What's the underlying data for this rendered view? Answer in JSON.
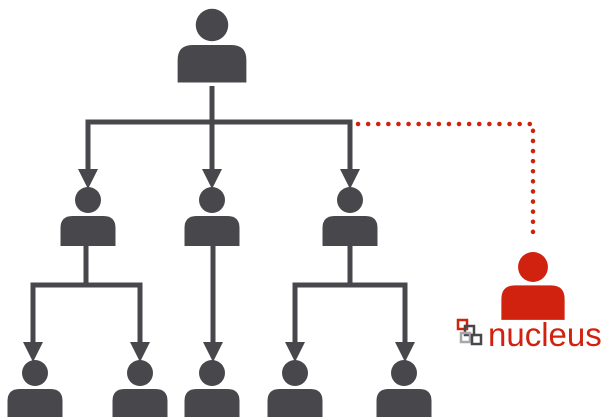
{
  "diagram": {
    "brand": {
      "name": "nucleus",
      "logo_icon": "interlocking-squares-icon"
    },
    "colors": {
      "person": "#48484c",
      "connector": "#48484c",
      "accent": "#d1220f",
      "logo_dark": "#48484c",
      "logo_light": "#a8a8ab"
    },
    "nodes": [
      {
        "id": "ceo",
        "role": "top",
        "accent": false
      },
      {
        "id": "manager-left",
        "role": "middle",
        "accent": false
      },
      {
        "id": "manager-center",
        "role": "middle",
        "accent": false
      },
      {
        "id": "manager-right",
        "role": "middle",
        "accent": false
      },
      {
        "id": "staff-1",
        "role": "bottom",
        "accent": false
      },
      {
        "id": "staff-2",
        "role": "bottom",
        "accent": false
      },
      {
        "id": "staff-3",
        "role": "bottom",
        "accent": false
      },
      {
        "id": "staff-4",
        "role": "bottom",
        "accent": false
      },
      {
        "id": "staff-5",
        "role": "bottom",
        "accent": false
      },
      {
        "id": "nucleus-user",
        "role": "external",
        "accent": true
      }
    ],
    "edges": [
      {
        "from": "ceo",
        "to": "manager-left",
        "style": "solid"
      },
      {
        "from": "ceo",
        "to": "manager-center",
        "style": "solid"
      },
      {
        "from": "ceo",
        "to": "manager-right",
        "style": "solid"
      },
      {
        "from": "manager-left",
        "to": "staff-1",
        "style": "solid"
      },
      {
        "from": "manager-left",
        "to": "staff-2",
        "style": "solid"
      },
      {
        "from": "manager-center",
        "to": "staff-3",
        "style": "solid"
      },
      {
        "from": "manager-right",
        "to": "staff-4",
        "style": "solid"
      },
      {
        "from": "manager-right",
        "to": "staff-5",
        "style": "solid"
      },
      {
        "from": "nucleus-user",
        "to": "manager-right",
        "style": "dotted"
      }
    ]
  }
}
